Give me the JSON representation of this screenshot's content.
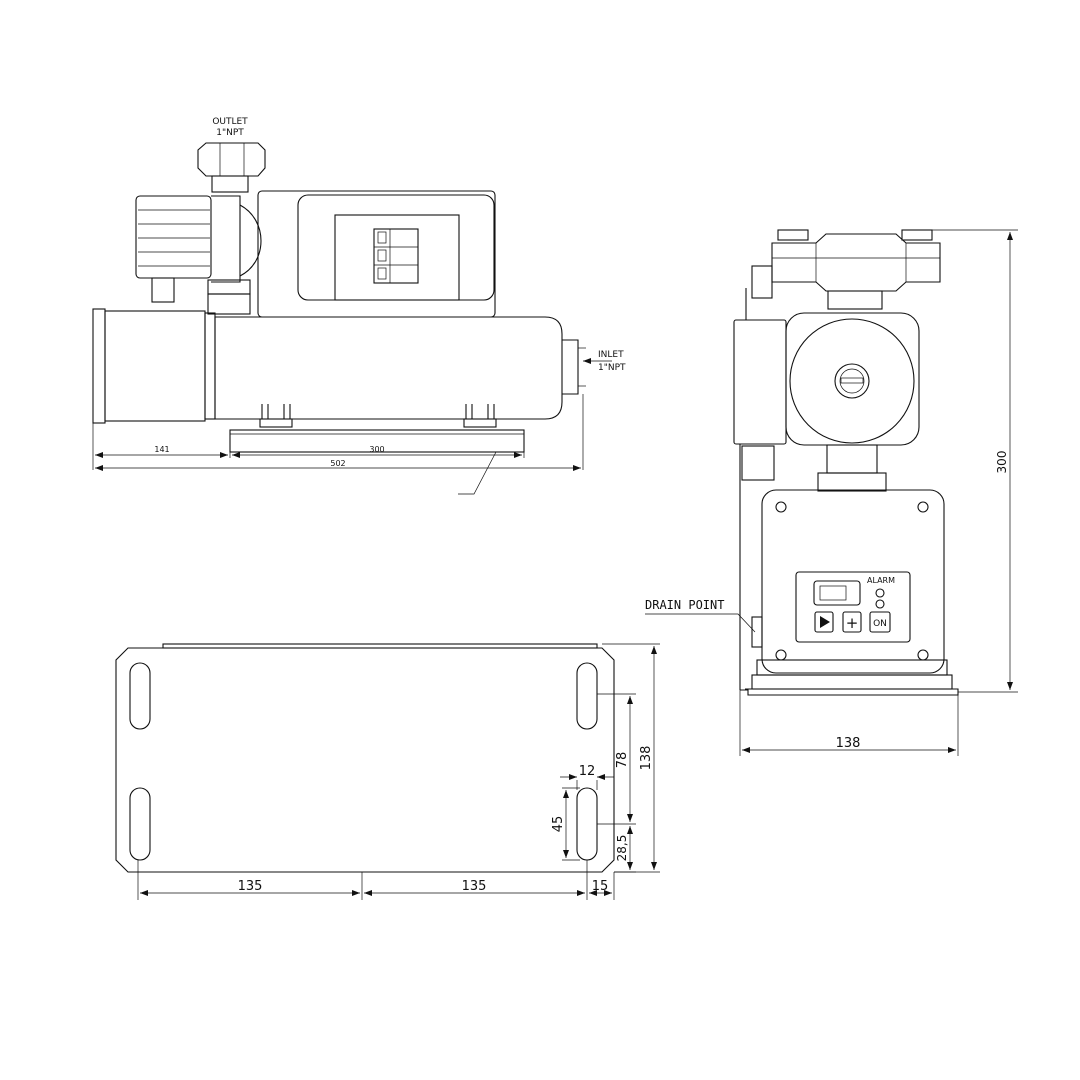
{
  "side_view": {
    "outlet_label": "OUTLET",
    "outlet_size": "1\"NPT",
    "inlet_label": "INLET",
    "inlet_size": "1\"NPT",
    "dim_141": "141",
    "dim_300": "300",
    "dim_502": "502"
  },
  "front_view": {
    "alarm_label": "ALARM",
    "on_button": "ON",
    "plus_button": "+",
    "play_icon": "play-icon",
    "drain_label": "DRAIN POINT",
    "dim_height": "300",
    "dim_width": "138"
  },
  "base_plate": {
    "dim_135_left": "135",
    "dim_135_right": "135",
    "dim_15": "15",
    "dim_12": "12",
    "dim_45": "45",
    "dim_78": "78",
    "dim_28_5": "28,5",
    "dim_138": "138"
  }
}
